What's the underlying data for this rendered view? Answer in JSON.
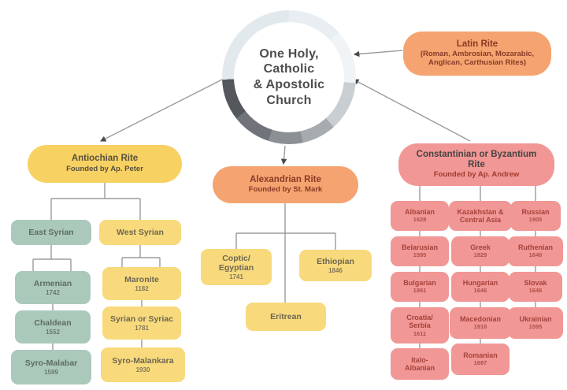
{
  "palette": {
    "orange": "#f5a471",
    "yellow_header": "#f8d163",
    "yellow": "#f8da7c",
    "teal": "#abc9bb",
    "pink": "#f19795",
    "line": "#9b9b9b",
    "ring_segments": [
      {
        "color": "#e8eef1",
        "start": 0,
        "end": 48
      },
      {
        "color": "#f0f4f6",
        "start": 48,
        "end": 95
      },
      {
        "color": "#c9ced2",
        "start": 95,
        "end": 138
      },
      {
        "color": "#a6abaf",
        "start": 138,
        "end": 168
      },
      {
        "color": "#8b9094",
        "start": 168,
        "end": 198
      },
      {
        "color": "#70747a",
        "start": 198,
        "end": 232
      },
      {
        "color": "#54585c",
        "start": 232,
        "end": 268
      },
      {
        "color": "#e2e9ed",
        "start": 268,
        "end": 360
      }
    ]
  },
  "center": {
    "label": "One Holy,\nCatholic\n& Apostolic\nChurch"
  },
  "latin": {
    "title": "Latin Rite",
    "subtitle": "(Roman, Ambrosian, Mozarabic,\nAnglican, Carthusian Rites)"
  },
  "branches": {
    "antiochian": {
      "title": "Antiochian Rite",
      "subtitle": "Founded by Ap. Peter"
    },
    "alexandrian": {
      "title": "Alexandrian Rite",
      "subtitle": "Founded by St. Mark"
    },
    "constantinian": {
      "title": "Constantinian or Byzantium\nRite",
      "subtitle": "Founded by Ap. Andrew"
    }
  },
  "nodes": {
    "east_syrian": {
      "name": "East Syrian"
    },
    "west_syrian": {
      "name": "West Syrian"
    },
    "armenian": {
      "name": "Armenian",
      "year": "1742"
    },
    "maronite": {
      "name": "Maronite",
      "year": "1182"
    },
    "chaldean": {
      "name": "Chaldean",
      "year": "1552"
    },
    "syrian_syriac": {
      "name": "Syrian or Syriac",
      "year": "1781"
    },
    "syro_malabar": {
      "name": "Syro-Malabar",
      "year": "1599"
    },
    "syro_malankara": {
      "name": "Syro-Malankara",
      "year": "1930"
    },
    "coptic_egyptian": {
      "name": "Coptic/\nEgyptian",
      "year": "1741"
    },
    "ethiopian": {
      "name": "Ethiopian",
      "year": "1846"
    },
    "eritrean": {
      "name": "Eritrean"
    },
    "albanian": {
      "name": "Albanian",
      "year": "1628"
    },
    "belarusian": {
      "name": "Belarusian",
      "year": "1595"
    },
    "bulgarian": {
      "name": "Bulgarian",
      "year": "1861"
    },
    "croatia_serbia": {
      "name": "Croatia/\nSerbia",
      "year": "1611"
    },
    "italo_albanian": {
      "name": "Italo-\nAlbanian"
    },
    "kazakhstan": {
      "name": "Kazakhstan &\nCentral Asia"
    },
    "greek": {
      "name": "Greek",
      "year": "1829"
    },
    "hungarian": {
      "name": "Hungarian",
      "year": "1646"
    },
    "macedonian": {
      "name": "Macedonian",
      "year": "1918"
    },
    "romanian": {
      "name": "Romanian",
      "year": "1697"
    },
    "russian": {
      "name": "Russian",
      "year": "1905"
    },
    "ruthenian": {
      "name": "Ruthenian",
      "year": "1646"
    },
    "slovak": {
      "name": "Slovak",
      "year": "1646"
    },
    "ukrainian": {
      "name": "Ukrainian",
      "year": "1595"
    }
  }
}
